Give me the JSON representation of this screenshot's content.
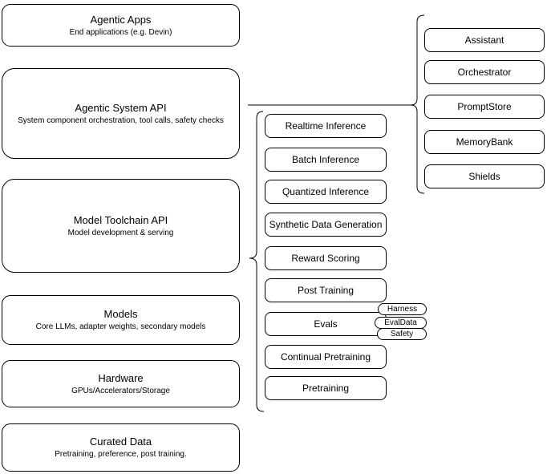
{
  "colors": {
    "stroke": "#000000",
    "fill": "#ffffff",
    "text": "#000000"
  },
  "left_column": [
    {
      "title": "Agentic Apps",
      "subtitle": "End applications (e.g. Devin)"
    },
    {
      "title": "Agentic System API",
      "subtitle": "System component orchestration, tool calls, safety checks"
    },
    {
      "title": "Model Toolchain API",
      "subtitle": "Model development & serving"
    },
    {
      "title": "Models",
      "subtitle": "Core LLMs, adapter weights, secondary models"
    },
    {
      "title": "Hardware",
      "subtitle": "GPUs/Accelerators/Storage"
    },
    {
      "title": "Curated Data",
      "subtitle": "Pretraining, preference, post training."
    }
  ],
  "toolchain_components": [
    "Realtime Inference",
    "Batch Inference",
    "Quantized Inference",
    "Synthetic Data Generation",
    "Reward Scoring",
    "Post Training",
    "Evals",
    "Continual Pretraining",
    "Pretraining"
  ],
  "evals_tags": [
    "Harness",
    "EvalData",
    "Safety"
  ],
  "system_components": [
    "Assistant",
    "Orchestrator",
    "PromptStore",
    "MemoryBank",
    "Shields"
  ]
}
